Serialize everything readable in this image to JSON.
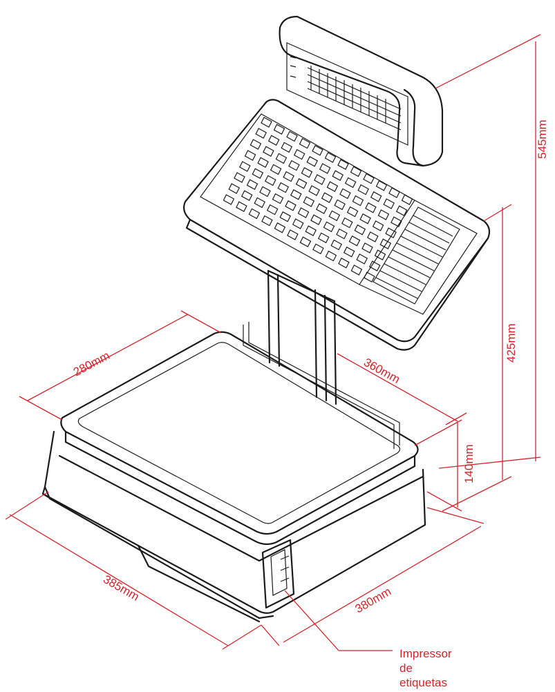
{
  "colors": {
    "dimension": "#d2232a",
    "line_art": "#1a1a1a",
    "background": "#ffffff"
  },
  "dimensions": {
    "total_height": "545mm",
    "column_height": "425mm",
    "platter_width": "280mm",
    "platter_depth": "360mm",
    "base_height": "140mm",
    "base_width": "385mm",
    "base_depth": "380mm"
  },
  "callout": {
    "line1": "Impressor",
    "line2": "de",
    "line3": "etiquetas"
  }
}
